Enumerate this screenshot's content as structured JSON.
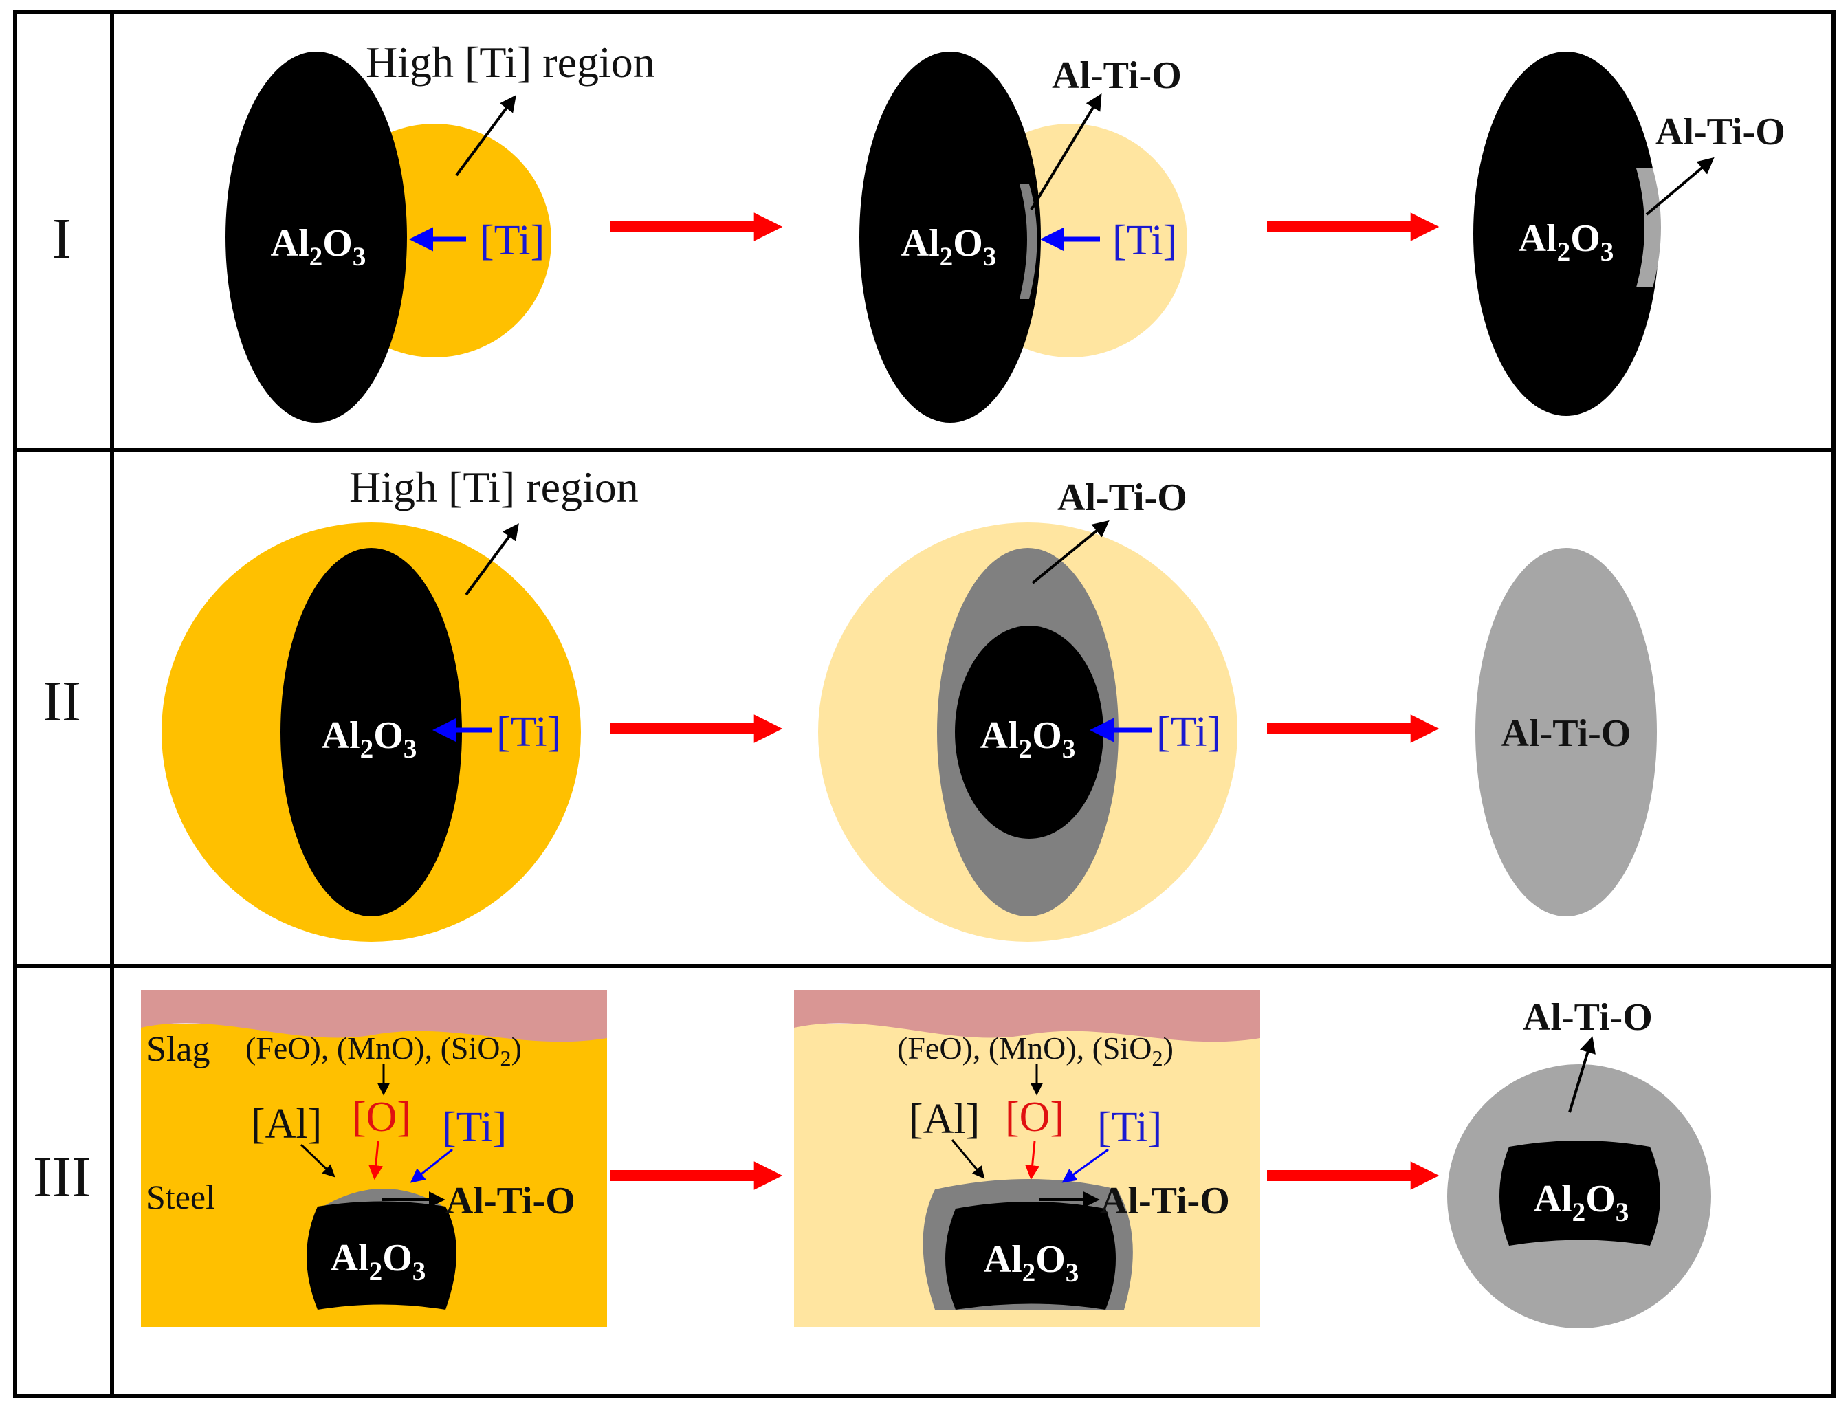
{
  "rows": [
    {
      "numeral": "I"
    },
    {
      "numeral": "II"
    },
    {
      "numeral": "III"
    }
  ],
  "labels": {
    "high_ti_region": "High [Ti] region",
    "al_ti_o": "Al-Ti-O",
    "ti": "[Ti]",
    "al": "[Al]",
    "o": "[O]",
    "slag": "Slag",
    "steel": "Steel",
    "slag_oxides": {
      "a": "(FeO), (MnO), (SiO",
      "b": "2",
      "c": ")"
    },
    "al2o3": {
      "a": "Al",
      "b": "2",
      "c": "O",
      "d": "3"
    }
  },
  "colors": {
    "inclusion": "#000000",
    "high_ti_region": "#FFC000",
    "depleted_ti_region": "#FFE5A0",
    "al_ti_o_light": "#A6A6A6",
    "al_ti_o_dark": "#808080",
    "slag": "#D99694",
    "process_arrow": "#FF0000",
    "ti_arrow": "#0000FF",
    "o_arrow": "#FF0000"
  }
}
